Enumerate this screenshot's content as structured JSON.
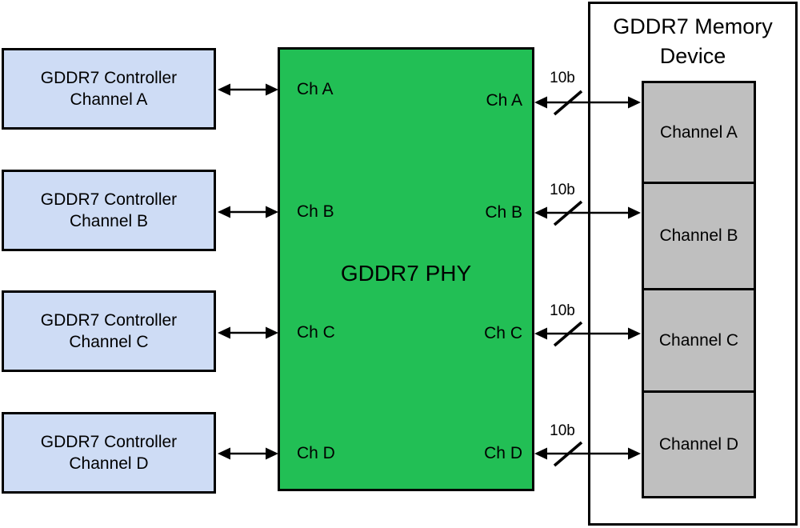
{
  "controllers": [
    {
      "line1": "GDDR7 Controller",
      "line2": "Channel A"
    },
    {
      "line1": "GDDR7 Controller",
      "line2": "Channel B"
    },
    {
      "line1": "GDDR7 Controller",
      "line2": "Channel C"
    },
    {
      "line1": "GDDR7 Controller",
      "line2": "Channel D"
    }
  ],
  "phy": {
    "title": "GDDR7 PHY",
    "left_ports": [
      "Ch A",
      "Ch B",
      "Ch C",
      "Ch D"
    ],
    "right_ports": [
      "Ch A",
      "Ch B",
      "Ch C",
      "Ch D"
    ]
  },
  "memory": {
    "title_line1": "GDDR7 Memory",
    "title_line2": "Device",
    "channels": [
      "Channel A",
      "Channel B",
      "Channel C",
      "Channel D"
    ]
  },
  "bus_labels": [
    "10b",
    "10b",
    "10b",
    "10b"
  ],
  "colors": {
    "controller_fill": "#CEDCF5",
    "phy_fill": "#22BF55",
    "memory_channel_fill": "#BFBFBF",
    "box_border": "#000000",
    "background": "#FFFFFF"
  }
}
